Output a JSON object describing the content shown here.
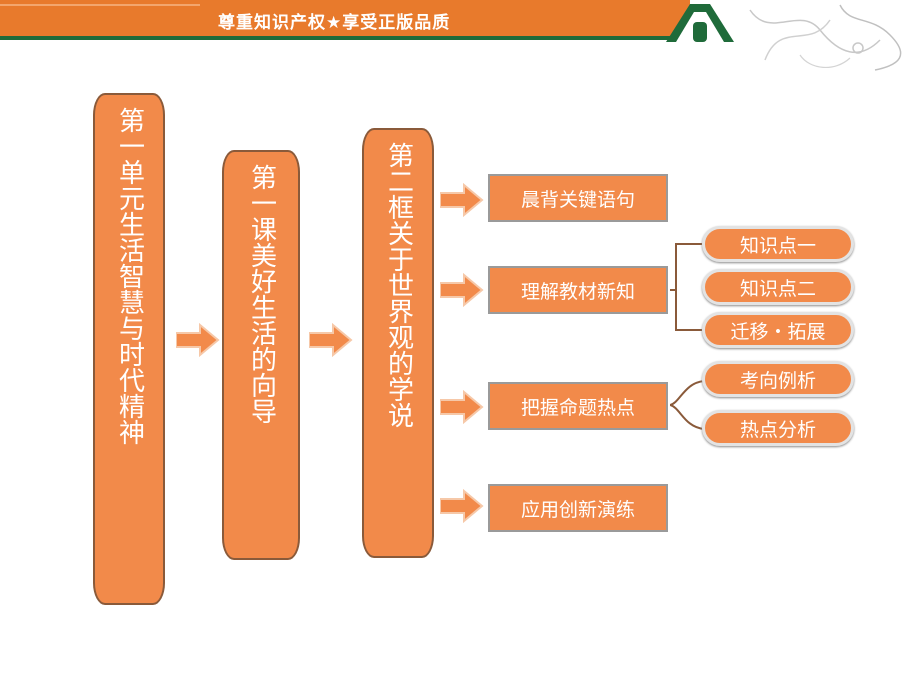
{
  "header": {
    "tagline": "尊重知识产权★享受正版品质"
  },
  "colors": {
    "accent": "#f28a4a",
    "brand_green": "#1f6b3a",
    "banner_orange": "#e87a2c"
  },
  "columns": {
    "unit": "第一单元生活智慧与时代精神",
    "lesson": "第一课美好生活的向导",
    "frame": "第二框关于世界观的学说"
  },
  "sections": [
    {
      "label": "晨背关键语句"
    },
    {
      "label": "理解教材新知"
    },
    {
      "label": "把握命题热点"
    },
    {
      "label": "应用创新演练"
    }
  ],
  "subitems": {
    "understand": [
      "知识点一",
      "知识点二",
      "迁移・拓展"
    ],
    "hotspots": [
      "考向例析",
      "热点分析"
    ]
  }
}
